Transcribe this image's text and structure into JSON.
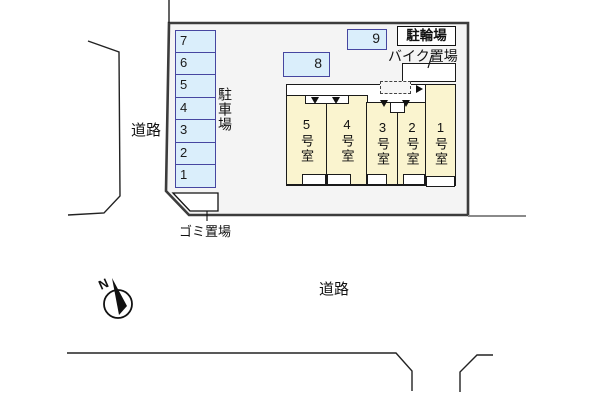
{
  "labels": {
    "road_left": "道路",
    "road_bottom": "道路",
    "parking_lot": "駐車場",
    "garbage": "ゴミ置場",
    "bicycle_parking": "駐輪場",
    "bike_storage": "バイク置場",
    "compass_north": "N"
  },
  "parking_spaces": [
    "7",
    "6",
    "5",
    "4",
    "3",
    "2",
    "1"
  ],
  "extra_spaces": {
    "space_8": "8",
    "space_9": "9"
  },
  "rooms": [
    "5号室",
    "4号室",
    "3号室",
    "2号室",
    "1号室"
  ],
  "colors": {
    "site_fill": "#f4f4f4",
    "site_border": "#3c3c3c",
    "parking_fill": "#daeefb",
    "parking_border": "#4646a0",
    "room_fill": "#faf4cf",
    "outline": "#1a1a1a"
  }
}
